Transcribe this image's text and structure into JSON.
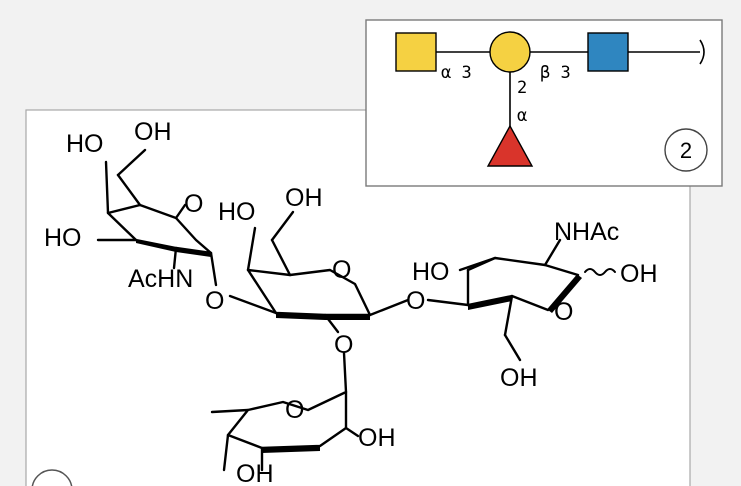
{
  "molecule": {
    "atoms": {
      "ho_top": "HO",
      "oh_top": "OH",
      "ring1_o": "O",
      "ho_left": "HO",
      "achn": "AcHN",
      "link_o1": "O",
      "ho_mid": "HO",
      "oh_mid": "OH",
      "ring2_o": "O",
      "link_o2": "O",
      "link_o3": "O",
      "nhac": "NHAc",
      "ho_right": "HO",
      "oh_right": "OH",
      "ring3_o": "O",
      "oh_ch2": "OH",
      "ring4_o": "O",
      "oh_fuc": "OH",
      "oh_fuc_bottom": "OH"
    },
    "compound_number": ""
  },
  "glycan": {
    "linkage_alpha3": "α 3",
    "linkage_beta3": "β 3",
    "linkage_2": "2",
    "linkage_alpha": "α",
    "compound_number": "2",
    "colors": {
      "galnac": "#f5d142",
      "gal": "#f5d142",
      "glcnac": "#2f86c0",
      "fuc": "#d9342b"
    }
  }
}
